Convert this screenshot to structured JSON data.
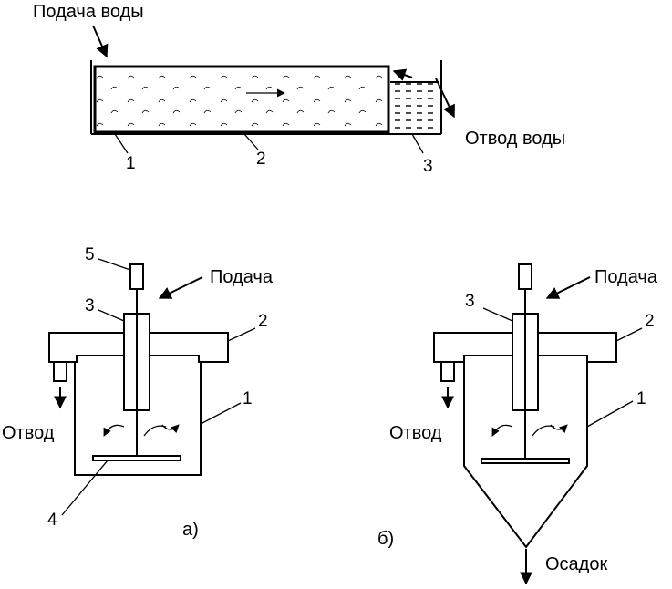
{
  "top": {
    "inlet_label": "Подача воды",
    "outlet_label": "Отвод воды",
    "num_1": "1",
    "num_2": "2",
    "num_3": "3"
  },
  "left": {
    "num_5": "5",
    "num_3": "3",
    "num_2": "2",
    "num_1": "1",
    "num_4": "4",
    "feed_label": "Подача",
    "outlet_label": "Отвод",
    "caption": "а)"
  },
  "right": {
    "num_3": "3",
    "num_2": "2",
    "num_1": "1",
    "feed_label": "Подача",
    "outlet_label": "Отвод",
    "sediment_label": "Осадок",
    "caption": "б)"
  }
}
